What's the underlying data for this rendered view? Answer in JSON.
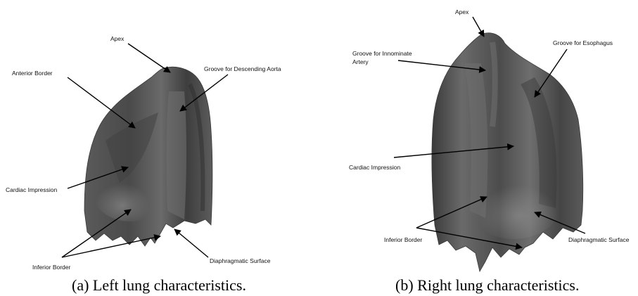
{
  "figure": {
    "panel_a": {
      "caption": "(a) Left lung characteristics.",
      "labels": {
        "apex": "Apex",
        "anterior_border": "Anterior Border",
        "groove_descending_aorta": "Groove for Descending Aorta",
        "cardiac_impression": "Cardiac Impression",
        "inferior_border": "Inferior Border",
        "diaphragmatic_surface": "Diaphragmatic Surface"
      }
    },
    "panel_b": {
      "caption": "(b) Right lung characteristics.",
      "labels": {
        "apex": "Apex",
        "groove_innominate_line1": "Groove for Innominate",
        "groove_innominate_line2": "Artery",
        "groove_esophagus": "Groove for Esophagus",
        "cardiac_impression": "Cardiac Impression",
        "inferior_border": "Inferior Border",
        "diaphragmatic_surface": "Diaphragmatic Surface"
      }
    }
  }
}
